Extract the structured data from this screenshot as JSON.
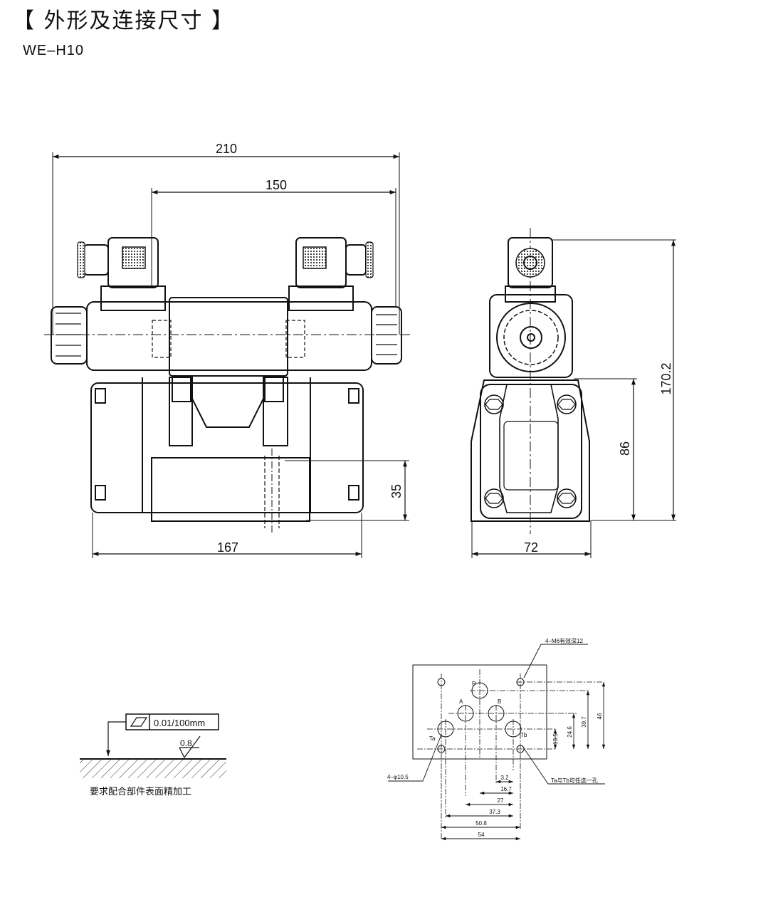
{
  "header": {
    "title": "【 外形及连接尺寸 】",
    "model": "WE–H10"
  },
  "front_view": {
    "dims": {
      "overall_width": "210",
      "solenoid_span": "150",
      "body_width": "167",
      "port_height": "35"
    }
  },
  "side_view": {
    "dims": {
      "overall_height": "170.2",
      "body_height": "86",
      "width": "72"
    }
  },
  "surface_note": {
    "flatness": "0.01/100mm",
    "roughness": "0.8",
    "caption": "要求配合部件表面精加工"
  },
  "mounting_face": {
    "ports": {
      "p": "P",
      "a": "A",
      "b": "B",
      "ta": "Ta",
      "tb": "Tb"
    },
    "callouts": {
      "thread": "4–M6有效深12",
      "holes": "4–φ10.5",
      "tank_note": "Ta与Tb可任选一孔"
    },
    "dims_vertical": [
      "13.5",
      "24.6",
      "39.7",
      "46"
    ],
    "dims_horizontal": [
      "3.2",
      "16.7",
      "27",
      "37.3",
      "50.8",
      "54"
    ]
  }
}
